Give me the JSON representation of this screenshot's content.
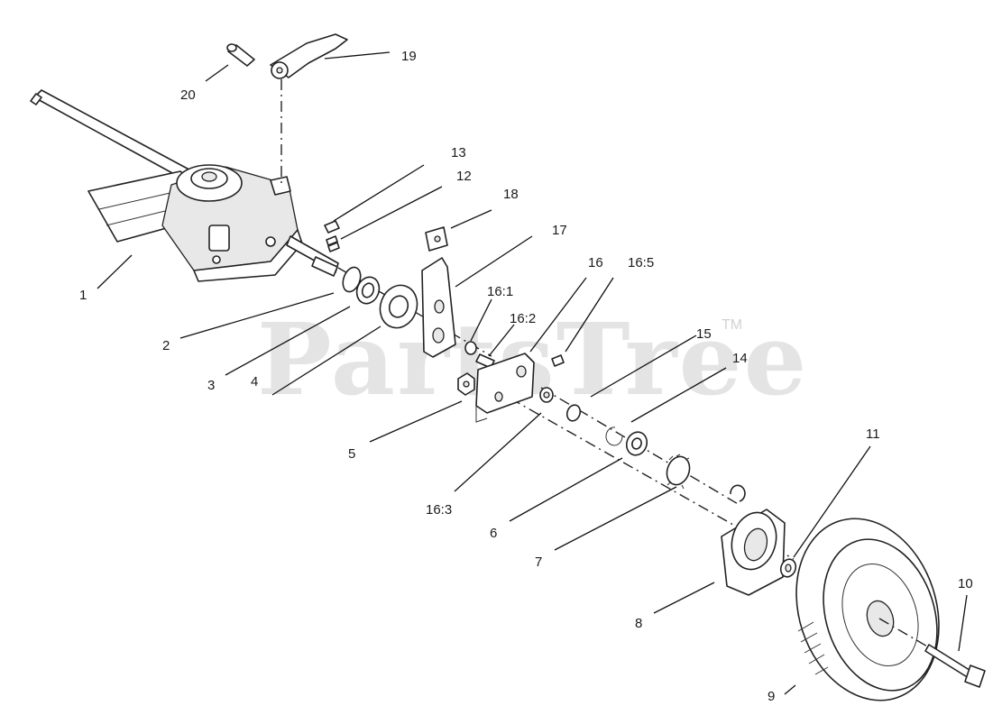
{
  "watermark": {
    "brand": "PartsTree",
    "trademark": "TM"
  },
  "callouts": {
    "p1": "1",
    "p2": "2",
    "p3": "3",
    "p4": "4",
    "p5": "5",
    "p6": "6",
    "p7": "7",
    "p8": "8",
    "p9": "9",
    "p10": "10",
    "p11": "11",
    "p12": "12",
    "p13": "13",
    "p14": "14",
    "p15": "15",
    "p16": "16",
    "p16_1": "16:1",
    "p16_2": "16:2",
    "p16_3": "16:3",
    "p16_5": "16:5",
    "p17": "17",
    "p18": "18",
    "p19": "19",
    "p20": "20"
  }
}
